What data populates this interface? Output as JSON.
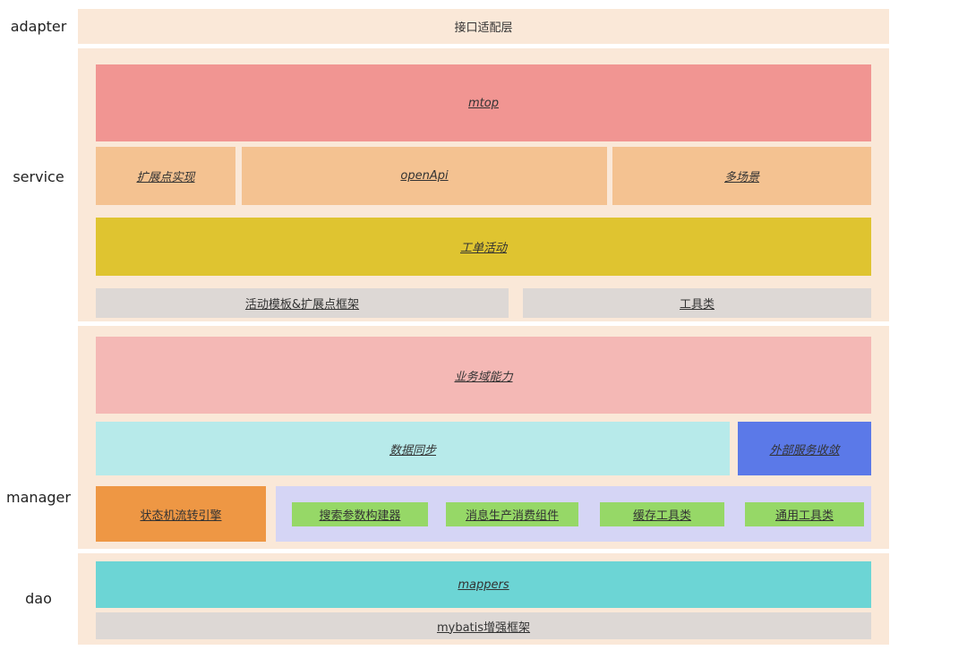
{
  "layers": {
    "adapter": "adapter",
    "service": "service",
    "manager": "manager",
    "dao": "dao"
  },
  "adapter": {
    "interface_layer": "接口适配层"
  },
  "service": {
    "mtop": "mtop",
    "extension_impl": "扩展点实现",
    "open_api": "openApi",
    "multi_scene": "多场景",
    "ticket_activity": "工单活动",
    "activity_template": "活动模板&扩展点框架",
    "tools": "工具类"
  },
  "manager": {
    "business_domain": "业务域能力",
    "data_sync": "数据同步",
    "external_service": "外部服务收敛",
    "state_machine": "状态机流转引擎",
    "search_builder": "搜索参数构建器",
    "message_component": "消息生产消费组件",
    "cache_tools": "缓存工具类",
    "common_tools": "通用工具类"
  },
  "dao": {
    "mappers": "mappers",
    "mybatis": "mybatis增强框架"
  },
  "colors": {
    "layer_bg": "#fae8d8",
    "mtop": "#f19592",
    "extension": "#f4c291",
    "ticket_activity": "#dfc430",
    "gray": "#ddd8d5",
    "business_domain": "#f4b8b5",
    "data_sync": "#b7eaea",
    "external_service": "#5b79e8",
    "state_machine": "#ee9744",
    "component_bg": "#d5d5f5",
    "component_green": "#96d867",
    "mappers": "#6cd5d5"
  }
}
